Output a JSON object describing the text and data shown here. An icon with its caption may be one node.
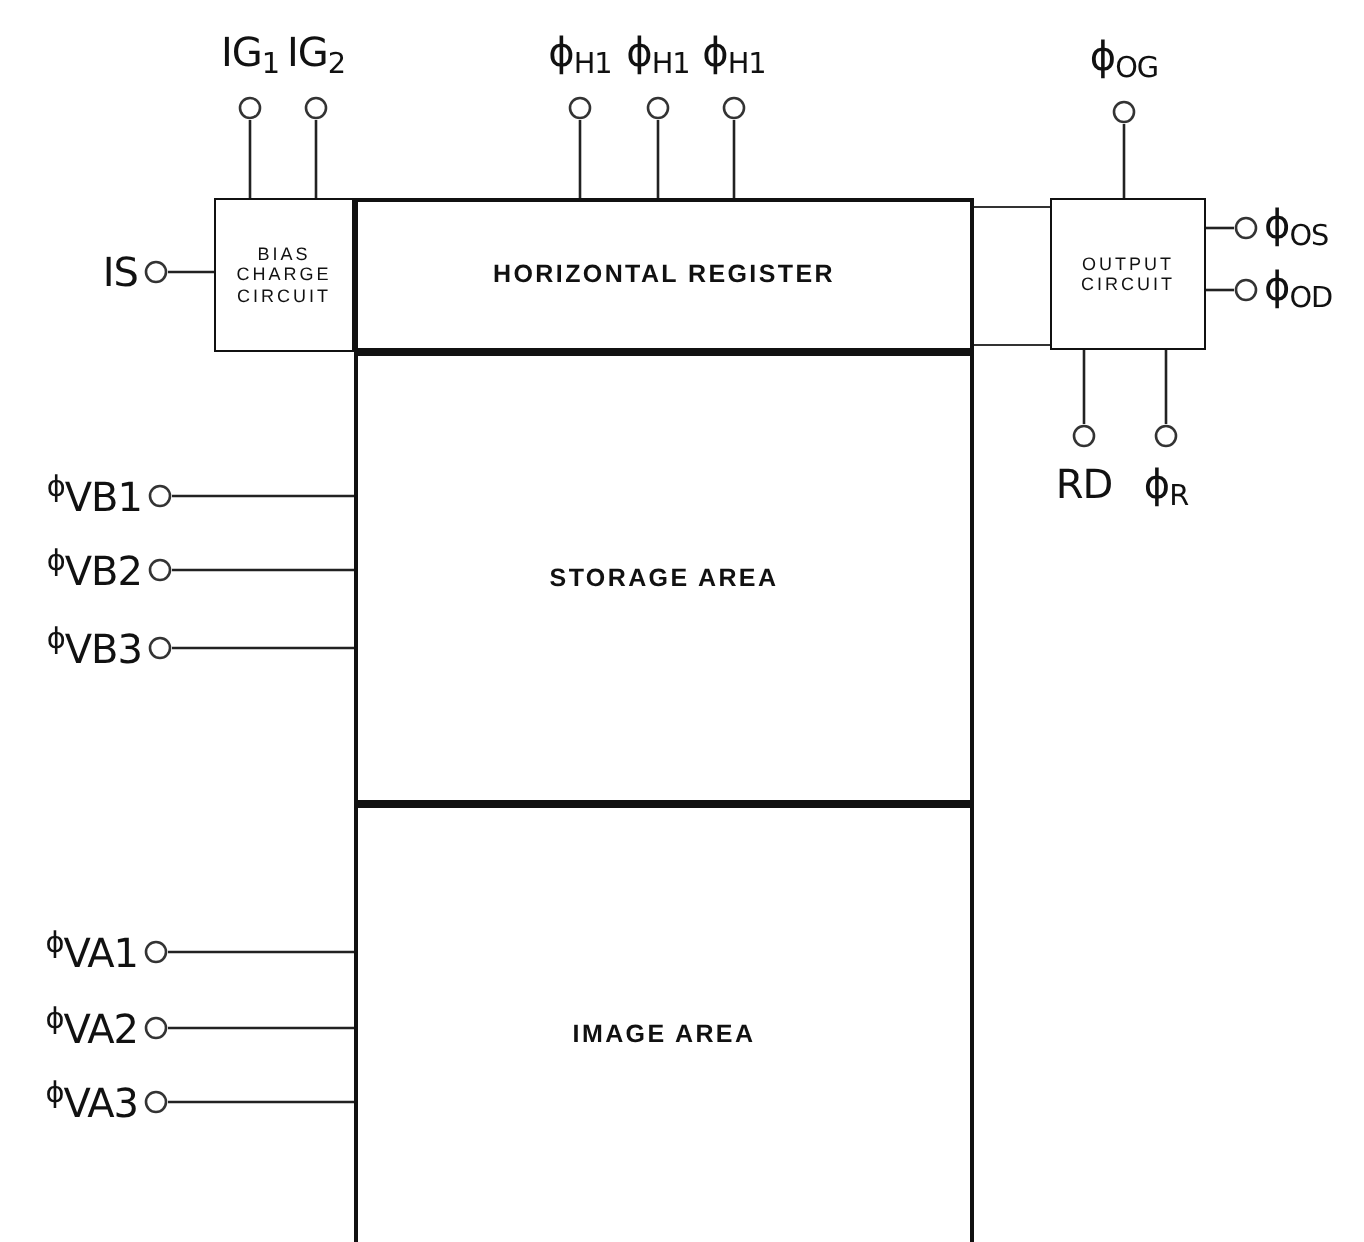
{
  "diagram": {
    "nodes": [
      {
        "text": [
          "BIAS CHARGE CIRCUIT"
        ]
      },
      {
        "text": [
          "HORIZONTAL REGISTER"
        ]
      },
      {
        "text": [
          "OUTPUT CIRCUIT"
        ]
      },
      {
        "text": [],
        "shape": "box"
      },
      {
        "text": [
          "STORAGE AREA"
        ]
      },
      {
        "text": [
          "IMAGE AREA"
        ]
      },
      {
        "text": [
          "IG$_{1}$"
        ]
      },
      {
        "text": [
          "IG$_{2}$"
        ]
      },
      {
        "text": [
          "ϕ$_{H1}$"
        ]
      },
      {
        "text": [
          "ϕ$_{H1}$"
        ]
      },
      {
        "text": [
          "ϕ$_{H1}$"
        ]
      },
      {
        "text": [
          "ϕ$_{OG}$"
        ]
      },
      {
        "text": [
          "IS"
        ]
      },
      {
        "text": [
          "ϕ$_{OS}$"
        ]
      },
      {
        "text": [
          "ϕ$_{OD}$"
        ]
      },
      {
        "text": [
          "RD"
        ]
      },
      {
        "text": [
          "ϕ$_{R}$"
        ]
      },
      {
        "text": [
          "$^{ϕ}$VB1"
        ]
      },
      {
        "text": [
          "$^{ϕ}$VB2"
        ]
      },
      {
        "text": [
          "$^{ϕ}$VB3"
        ]
      },
      {
        "text": [
          "$^{ϕ}$VA1"
        ]
      },
      {
        "text": [
          "$^{ϕ}$VA2"
        ]
      },
      {
        "text": [
          "$^{ϕ}$VA3"
        ]
      }
    ],
    "edges": [
      {
        "from": 6,
        "to": 0,
        "arrow": "none"
      },
      {
        "from": 7,
        "to": 0,
        "arrow": "none"
      },
      {
        "from": 8,
        "to": 1,
        "arrow": "none"
      },
      {
        "from": 9,
        "to": 1,
        "arrow": "none"
      },
      {
        "from": 10,
        "to": 1,
        "arrow": "none"
      },
      {
        "from": 11,
        "to": 2,
        "arrow": "none"
      },
      {
        "from": 12,
        "to": 0,
        "arrow": "none"
      },
      {
        "from": 13,
        "to": 2,
        "arrow": "none"
      },
      {
        "from": 14,
        "to": 2,
        "arrow": "none"
      },
      {
        "from": 15,
        "to": 2,
        "arrow": "none"
      },
      {
        "from": 16,
        "to": 2,
        "arrow": "none"
      },
      {
        "from": 17,
        "to": 4,
        "arrow": "none"
      },
      {
        "from": 18,
        "to": 4,
        "arrow": "none"
      },
      {
        "from": 19,
        "to": 4,
        "arrow": "none"
      },
      {
        "from": 20,
        "to": 5,
        "arrow": "none"
      },
      {
        "from": 21,
        "to": 5,
        "arrow": "none"
      },
      {
        "from": 22,
        "to": 5,
        "arrow": "none"
      }
    ]
  }
}
